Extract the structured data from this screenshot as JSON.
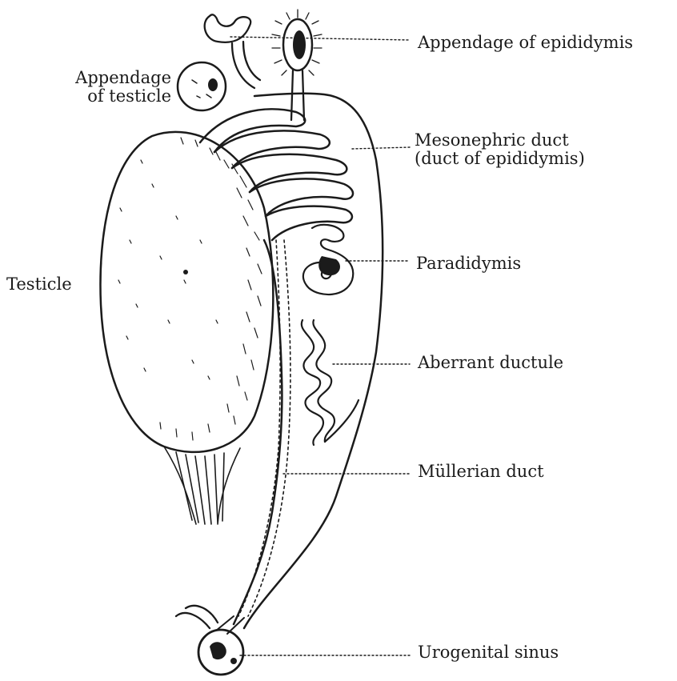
{
  "labels": {
    "appendage_of_epididymis": "Appendage of epididymis",
    "appendage_of_testicle_line1": "Appendage",
    "appendage_of_testicle_line2": "of testicle",
    "mesonephric_duct_line1": "Mesonephric duct",
    "mesonephric_duct_line2": "(duct of epididymis)",
    "testicle": "Testicle",
    "paradidymis": "Paradidymis",
    "aberrant_ductule": "Aberrant ductule",
    "mullerian_duct": "Müllerian duct",
    "urogenital_sinus": "Urogenital sinus"
  },
  "colors": {
    "ink": "#1b1b1b",
    "paper": "#ffffff"
  }
}
